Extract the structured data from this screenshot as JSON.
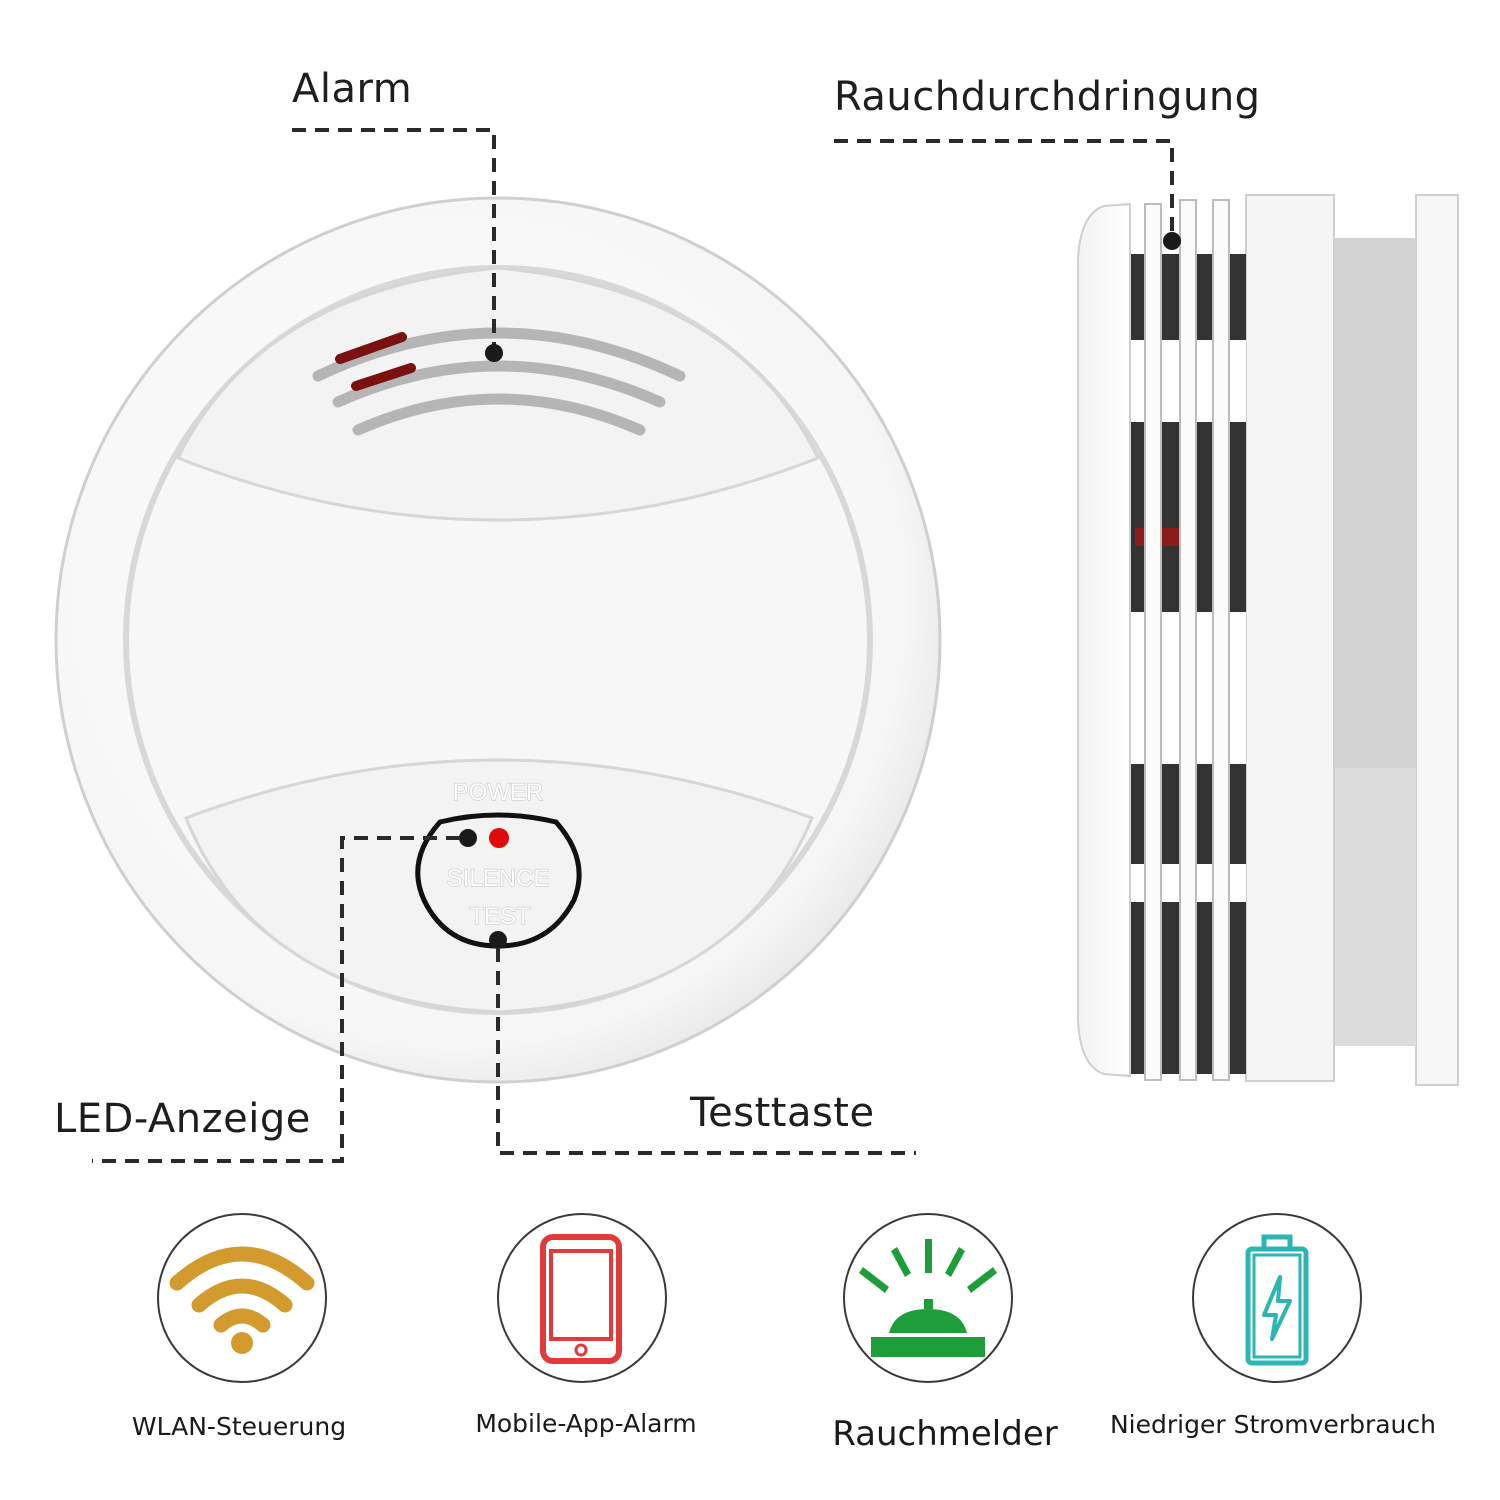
{
  "callouts": {
    "alarm": "Alarm",
    "smoke_entry": "Rauchdurchdringung",
    "led": "LED-Anzeige",
    "test_button": "Testtaste"
  },
  "device": {
    "power_label": "POWER",
    "silence_label": "SILENCE",
    "test_label": "TEST",
    "led_color": "#e10a0a",
    "alarm_stripe_color": "#7a1010"
  },
  "features": [
    {
      "label": "WLAN-Steuerung",
      "icon": "wifi-icon",
      "color": "#d39a2e"
    },
    {
      "label": "Mobile-App-Alarm",
      "icon": "smartphone-icon",
      "color": "#e23a3a"
    },
    {
      "label": "Rauchmelder",
      "icon": "alarm-light-icon",
      "color": "#1e9e3a"
    },
    {
      "label": "Niedriger Stromverbrauch",
      "icon": "battery-charging-icon",
      "color": "#2bb5b5"
    }
  ]
}
